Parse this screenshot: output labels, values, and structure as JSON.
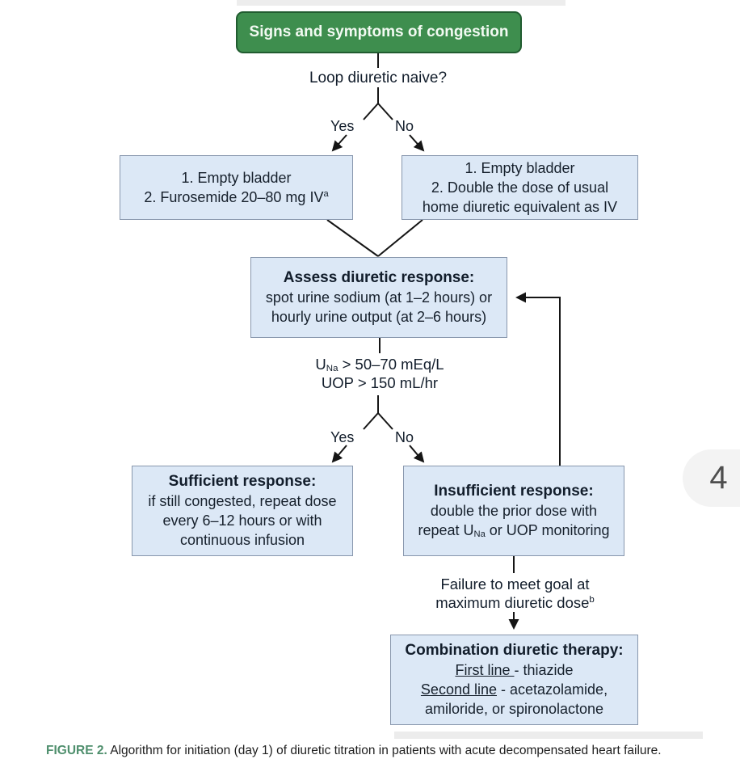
{
  "page": {
    "badge": "4"
  },
  "colors": {
    "start_bg": "#3e8e4e",
    "start_border": "#215c30",
    "box_bg": "#dce8f6",
    "box_border": "#8897ad",
    "figure_label_green": "#4f8f6d"
  },
  "flowchart": {
    "start": {
      "label": "Signs and symptoms of congestion"
    },
    "q1": {
      "label": "Loop diuretic naive?",
      "yes": "Yes",
      "no": "No"
    },
    "box_naive": {
      "line1": "1. Empty bladder",
      "line2": "2. Furosemide 20–80 mg IV",
      "line2_sup": "a"
    },
    "box_not_naive": {
      "line1": "1. Empty bladder",
      "line2": "2. Double the dose of usual",
      "line3": "home diuretic equivalent as IV"
    },
    "box_assess": {
      "title": "Assess diuretic response:",
      "line2": "spot urine sodium (at 1–2 hours) or",
      "line3": "hourly urine output (at 2–6 hours)"
    },
    "criteria": {
      "una_prefix": "U",
      "una_sub": "Na",
      "una_rest": " > 50–70 mEq/L",
      "uop": "UOP > 150 mL/hr",
      "yes": "Yes",
      "no": "No"
    },
    "box_sufficient": {
      "title": "Sufficient response:",
      "line2": "if still congested, repeat dose",
      "line3": "every 6–12 hours or with",
      "line4": "continuous infusion"
    },
    "box_insufficient": {
      "title": "Insufficient response:",
      "line2": "double the prior dose with",
      "line3_pre": "repeat U",
      "line3_sub": "Na",
      "line3_post": " or UOP monitoring"
    },
    "failure_note": {
      "line1": "Failure to meet goal at",
      "line2": "maximum diuretic dose",
      "line2_sup": "b"
    },
    "box_combination": {
      "title": "Combination diuretic therapy:",
      "line2_underlined": "First line ",
      "line2_rest": "- thiazide",
      "line3_underlined": "Second line",
      "line3_rest": " - acetazolamide,",
      "line4": "amiloride, or spironolactone"
    }
  },
  "caption": {
    "label": "FIGURE 2.",
    "text": " Algorithm for initiation (day 1) of diuretic titration in patients with acute decompensated heart failure."
  }
}
